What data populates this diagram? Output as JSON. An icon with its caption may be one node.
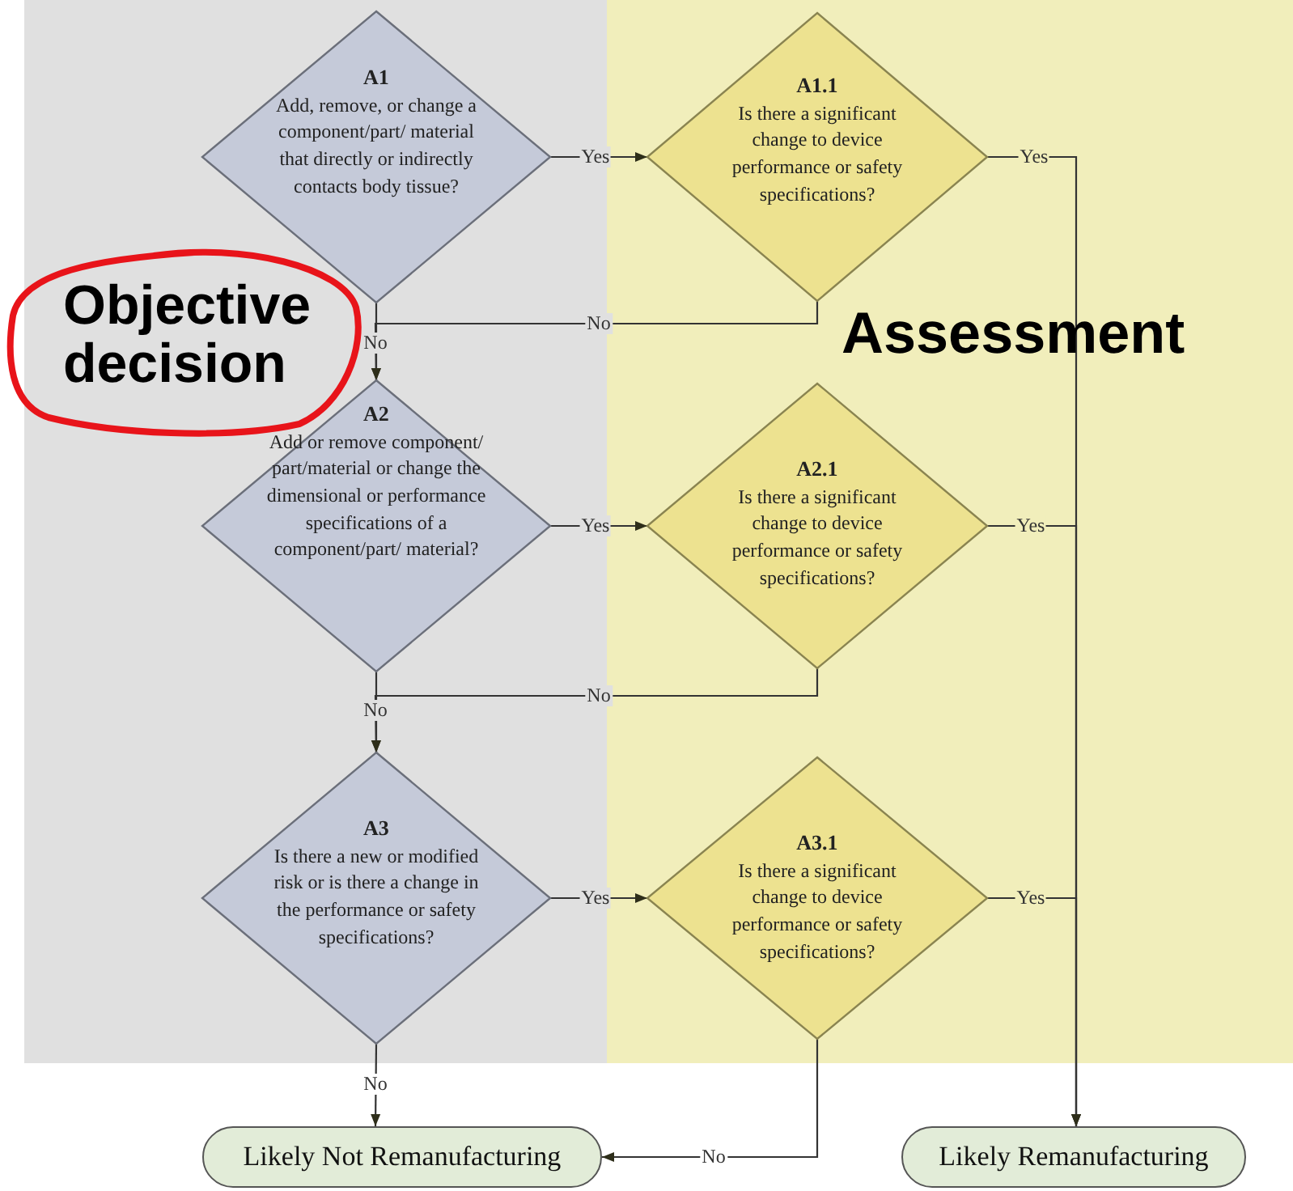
{
  "diagram": {
    "nodes": [
      {
        "text": [
          "Objective decision"
        ]
      },
      {
        "text": [
          "A1",
          "Add, remove, or change a component/part/ material that directly or indirectly contacts body tissue?"
        ],
        "in": 0
      },
      {
        "text": [
          "A2",
          "Add or remove component/ part/material or change the dimensional or performance specifications of a component/part/ material?"
        ],
        "in": 0
      },
      {
        "text": [
          "A3",
          "Is there a new or modified risk or is there a change in the performance or safety specifications?"
        ],
        "in": 0
      },
      {
        "text": [
          "Assessment"
        ]
      },
      {
        "text": [
          "A1.1",
          "Is there a significant change to device performance or safety specifications?"
        ],
        "in": 4
      },
      {
        "text": [
          "A2.1",
          "Is there a significant change to device performance or safety specifications?"
        ],
        "in": 4
      },
      {
        "text": [
          "A3.1",
          "Is there a significant change to device performance or safety specifications?"
        ],
        "in": 4
      },
      {
        "text": [
          "Likely Not Remanufacturing"
        ]
      },
      {
        "text": [
          "Likely Remanufacturing"
        ]
      }
    ],
    "edges": [
      {
        "from": 1,
        "to": 5,
        "arrow": "to",
        "label": "Yes"
      },
      {
        "from": 1,
        "to": 2,
        "arrow": "to",
        "label": "No"
      },
      {
        "from": 5,
        "to": 2,
        "arrow": "to",
        "label": "No"
      },
      {
        "from": 2,
        "to": 6,
        "arrow": "to",
        "label": "Yes"
      },
      {
        "from": 2,
        "to": 3,
        "arrow": "to",
        "label": "No"
      },
      {
        "from": 6,
        "to": 3,
        "arrow": "to",
        "label": "No"
      },
      {
        "from": 3,
        "to": 7,
        "arrow": "to",
        "label": "Yes"
      },
      {
        "from": 3,
        "to": 8,
        "arrow": "to",
        "label": "No"
      },
      {
        "from": 7,
        "to": 8,
        "arrow": "to",
        "label": "No"
      },
      {
        "from": 5,
        "to": 9,
        "arrow": "to",
        "label": "Yes"
      },
      {
        "from": 6,
        "to": 9,
        "arrow": "to",
        "label": "Yes"
      },
      {
        "from": 7,
        "to": 9,
        "arrow": "to",
        "label": "Yes"
      }
    ]
  }
}
